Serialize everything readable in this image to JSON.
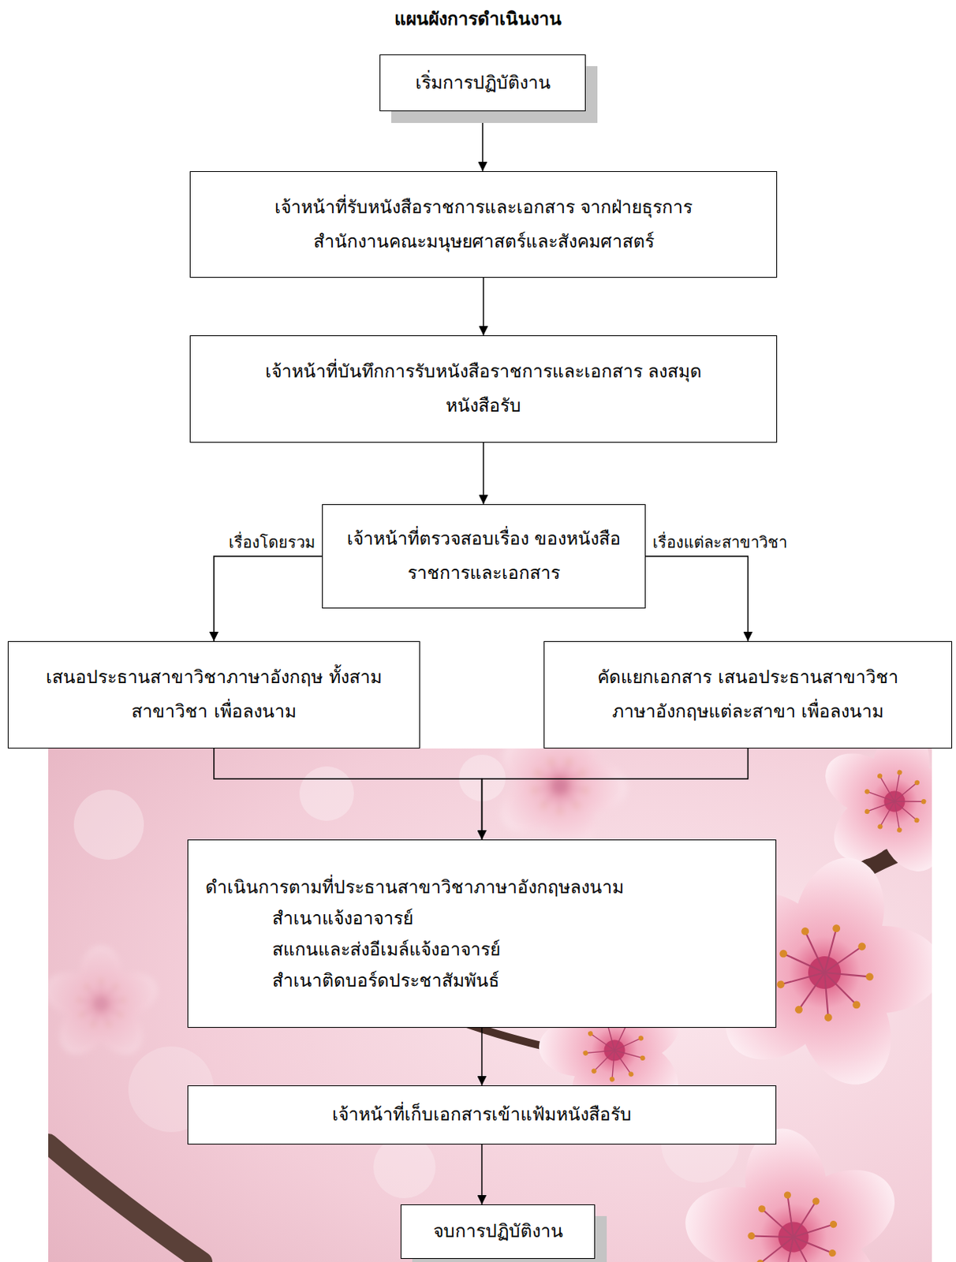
{
  "diagram": {
    "title": "แผนผังการดำเนินงาน",
    "nodes": [
      {
        "text": [
          "เริ่มการปฏิบัติงาน"
        ]
      },
      {
        "text": [
          "เจ้าหน้าที่รับหนังสือราชการและเอกสาร จากฝ่ายธุรการ สำนักงานคณะมนุษยศาสตร์และสังคมศาสตร์"
        ]
      },
      {
        "text": [
          "เจ้าหน้าที่บันทึกการรับหนังสือราชการและเอกสาร ลงสมุดหนังสือรับ"
        ]
      },
      {
        "text": [
          "เจ้าหน้าที่ตรวจสอบเรื่อง ของหนังสือราชการและเอกสาร"
        ]
      },
      {
        "text": [
          "เสนอประธานสาขาวิชาภาษาอังกฤษ ทั้งสามสาขาวิชา เพื่อลงนาม"
        ]
      },
      {
        "text": [
          "คัดแยกเอกสาร เสนอประธานสาขาวิชา ภาษาอังกฤษแต่ละสาขา เพื่อลงนาม"
        ]
      },
      {
        "text": [
          "ดำเนินการตามที่ประธานสาขาวิชาภาษาอังกฤษลงนาม",
          "สำเนาแจ้งอาจารย์",
          "สแกนและส่งอีเมล์แจ้งอาจารย์",
          "สำเนาติดบอร์ดประชาสัมพันธ์"
        ]
      },
      {
        "text": [
          "เจ้าหน้าที่เก็บเอกสารเข้าแฟ้มหนังสือรับ"
        ]
      },
      {
        "text": [
          "จบการปฏิบัติงาน"
        ]
      }
    ],
    "edges": [
      {
        "from": 0,
        "to": 1,
        "arrow": "to"
      },
      {
        "from": 1,
        "to": 2,
        "arrow": "to"
      },
      {
        "from": 2,
        "to": 3,
        "arrow": "to"
      },
      {
        "from": 3,
        "to": 4,
        "label": "เรื่องโดยรวม",
        "arrow": "to"
      },
      {
        "from": 3,
        "to": 5,
        "label": "เรื่องแต่ละสาขาวิชา",
        "arrow": "to"
      },
      {
        "from": 4,
        "to": 6,
        "arrow": "to"
      },
      {
        "from": 5,
        "to": 6,
        "arrow": "to"
      },
      {
        "from": 6,
        "to": 7,
        "arrow": "to"
      },
      {
        "from": 7,
        "to": 8,
        "arrow": "to"
      }
    ]
  }
}
